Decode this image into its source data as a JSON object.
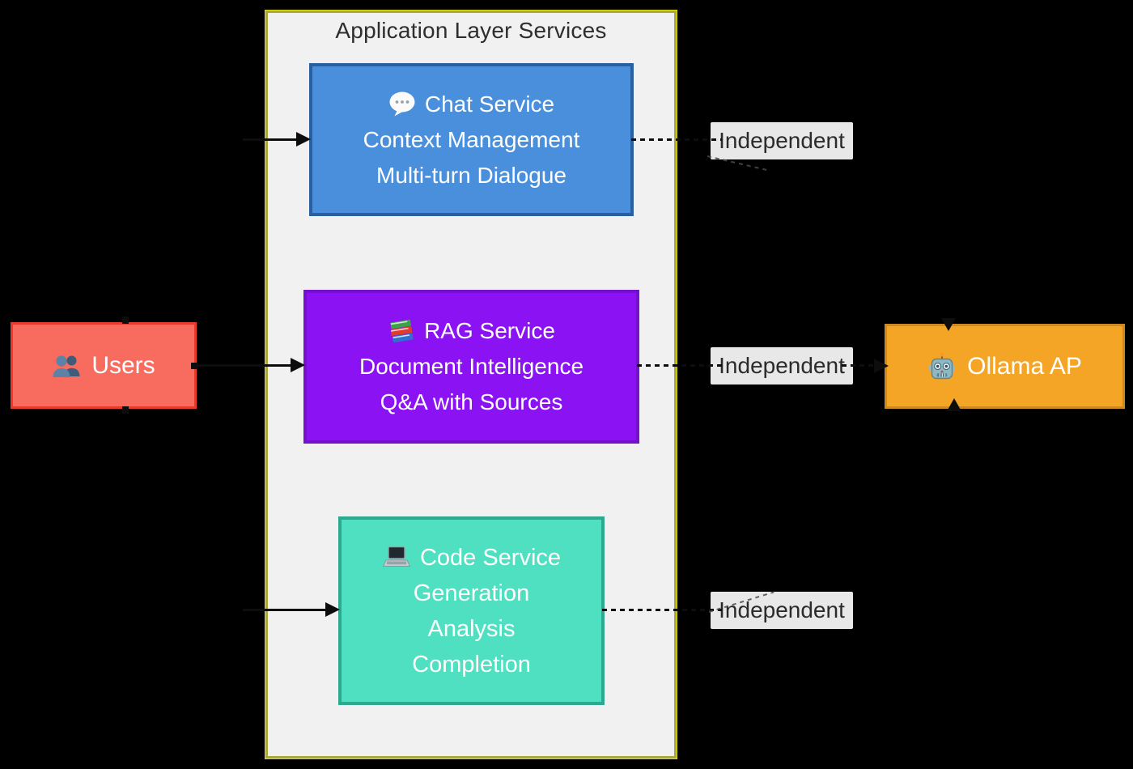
{
  "background": "#000000",
  "container": {
    "title": "Application Layer Services",
    "fill": "#F1F1F2",
    "stroke": "#A9A93C"
  },
  "nodes": {
    "users": {
      "label": "Users",
      "icon": "two-users-icon",
      "fill": "#F76C5E",
      "stroke": "#E93A2B"
    },
    "chat": {
      "title": "Chat Service",
      "icon": "speech-balloon-icon",
      "lines": [
        "Context Management",
        "Multi-turn Dialogue"
      ],
      "fill": "#4A8FDB",
      "stroke": "#2B5F9E"
    },
    "rag": {
      "title": "RAG Service",
      "icon": "books-icon",
      "lines": [
        "Document Intelligence",
        "Q&A with Sources"
      ],
      "fill": "#8B12F2",
      "stroke": "#7311CE"
    },
    "code": {
      "title": "Code Service",
      "icon": "laptop-icon",
      "lines": [
        "Generation",
        "Analysis",
        "Completion"
      ],
      "fill": "#4FE0C1",
      "stroke": "#2EA990"
    },
    "ollama": {
      "label": "Ollama AP",
      "icon": "robot-icon",
      "fill": "#F5A525",
      "stroke": "#CE8A1E"
    }
  },
  "edges": {
    "users_to_chat": {
      "style": "solid-arrow"
    },
    "users_to_rag": {
      "style": "solid-arrow"
    },
    "users_to_code": {
      "style": "solid-arrow"
    },
    "chat_to_ollama": {
      "label": "Independent",
      "style": "dotted-arrow"
    },
    "rag_to_ollama": {
      "label": "Independent",
      "style": "dotted-arrow"
    },
    "code_to_ollama": {
      "label": "Independent",
      "style": "dotted-arrow"
    }
  }
}
